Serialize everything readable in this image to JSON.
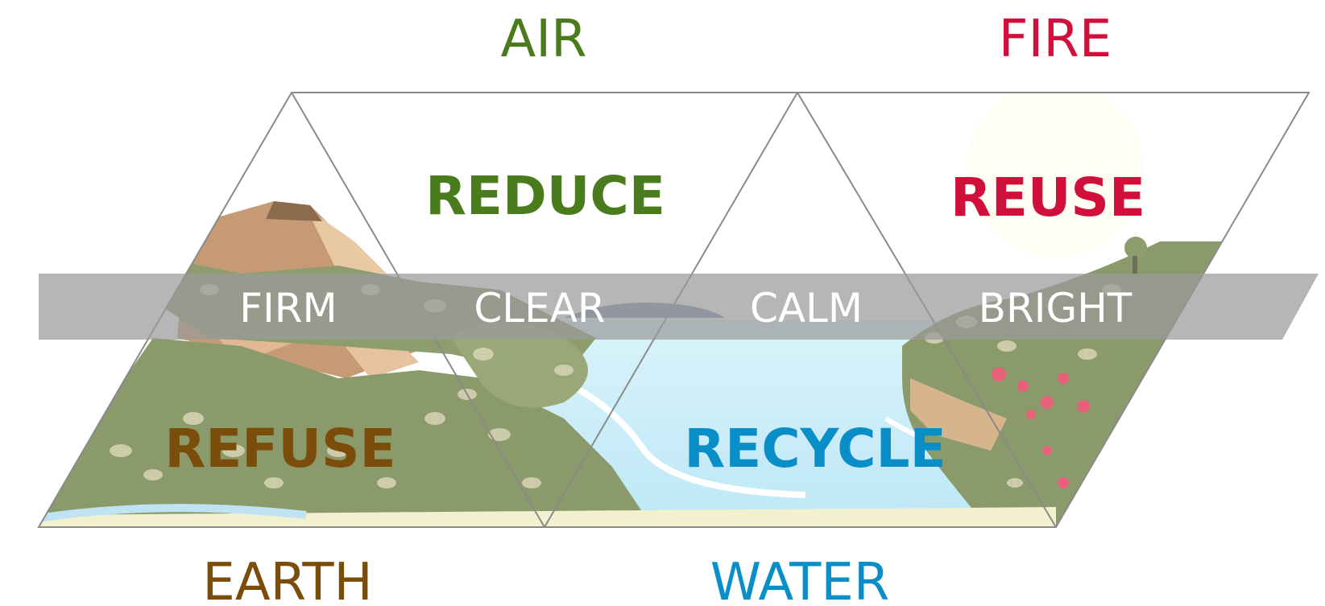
{
  "elements": {
    "air": {
      "label": "AIR",
      "color": "#4a7b1c"
    },
    "fire": {
      "label": "FIRE",
      "color": "#d0103a"
    },
    "earth": {
      "label": "EARTH",
      "color": "#7a4e0a"
    },
    "water": {
      "label": "WATER",
      "color": "#0a8ec8"
    }
  },
  "actions": {
    "reduce": {
      "label": "REDUCE",
      "color": "#4a7b1c"
    },
    "reuse": {
      "label": "REUSE",
      "color": "#d0103a"
    },
    "refuse": {
      "label": "REFUSE",
      "color": "#7a4e0a"
    },
    "recycle": {
      "label": "RECYCLE",
      "color": "#0a8ec8"
    }
  },
  "band": {
    "words": [
      "FIRM",
      "CLEAR",
      "CALM",
      "BRIGHT"
    ],
    "text_color": "#ffffff"
  }
}
